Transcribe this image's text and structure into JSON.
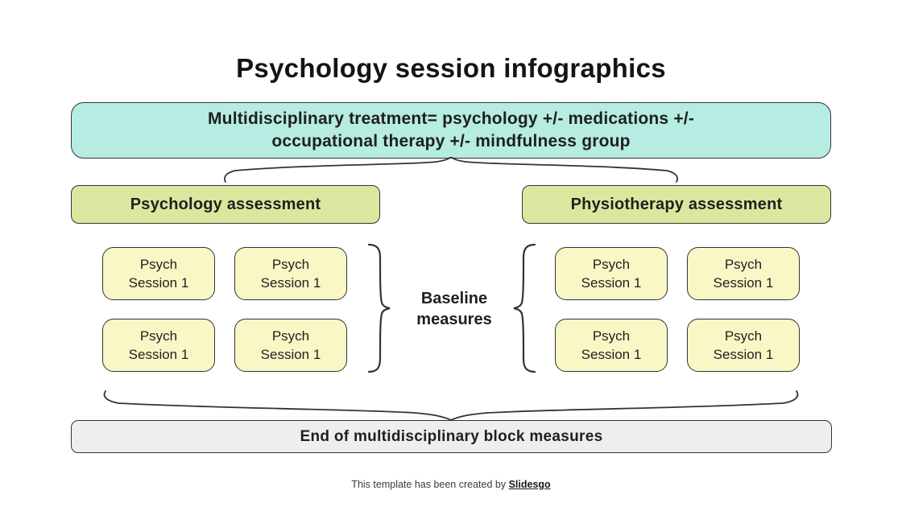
{
  "colors": {
    "treatment_fill": "#b6ece1",
    "assessment_fill": "#d9e89e",
    "session_fill": "#f9f7c6",
    "end_block_fill": "#eeeeee",
    "outline": "#333333",
    "background": "#ffffff"
  },
  "title": "Psychology session infographics",
  "treatment_box": {
    "line1": "Multidisciplinary treatment= psychology +/- medications +/-",
    "line2": "occupational therapy +/- mindfulness group"
  },
  "assessments": {
    "left": "Psychology assessment",
    "right": "Physiotherapy assessment"
  },
  "left_sessions": [
    {
      "line1": "Psych",
      "line2": "Session 1"
    },
    {
      "line1": "Psych",
      "line2": "Session 1"
    },
    {
      "line1": "Psych",
      "line2": "Session 1"
    },
    {
      "line1": "Psych",
      "line2": "Session 1"
    }
  ],
  "right_sessions": [
    {
      "line1": "Psych",
      "line2": "Session 1"
    },
    {
      "line1": "Psych",
      "line2": "Session 1"
    },
    {
      "line1": "Psych",
      "line2": "Session 1"
    },
    {
      "line1": "Psych",
      "line2": "Session 1"
    }
  ],
  "baseline": {
    "line1": "Baseline",
    "line2": "measures"
  },
  "end_block": "End of multidisciplinary block measures",
  "footer": {
    "text": "This template has been created by",
    "brand": "Slidesgo"
  }
}
